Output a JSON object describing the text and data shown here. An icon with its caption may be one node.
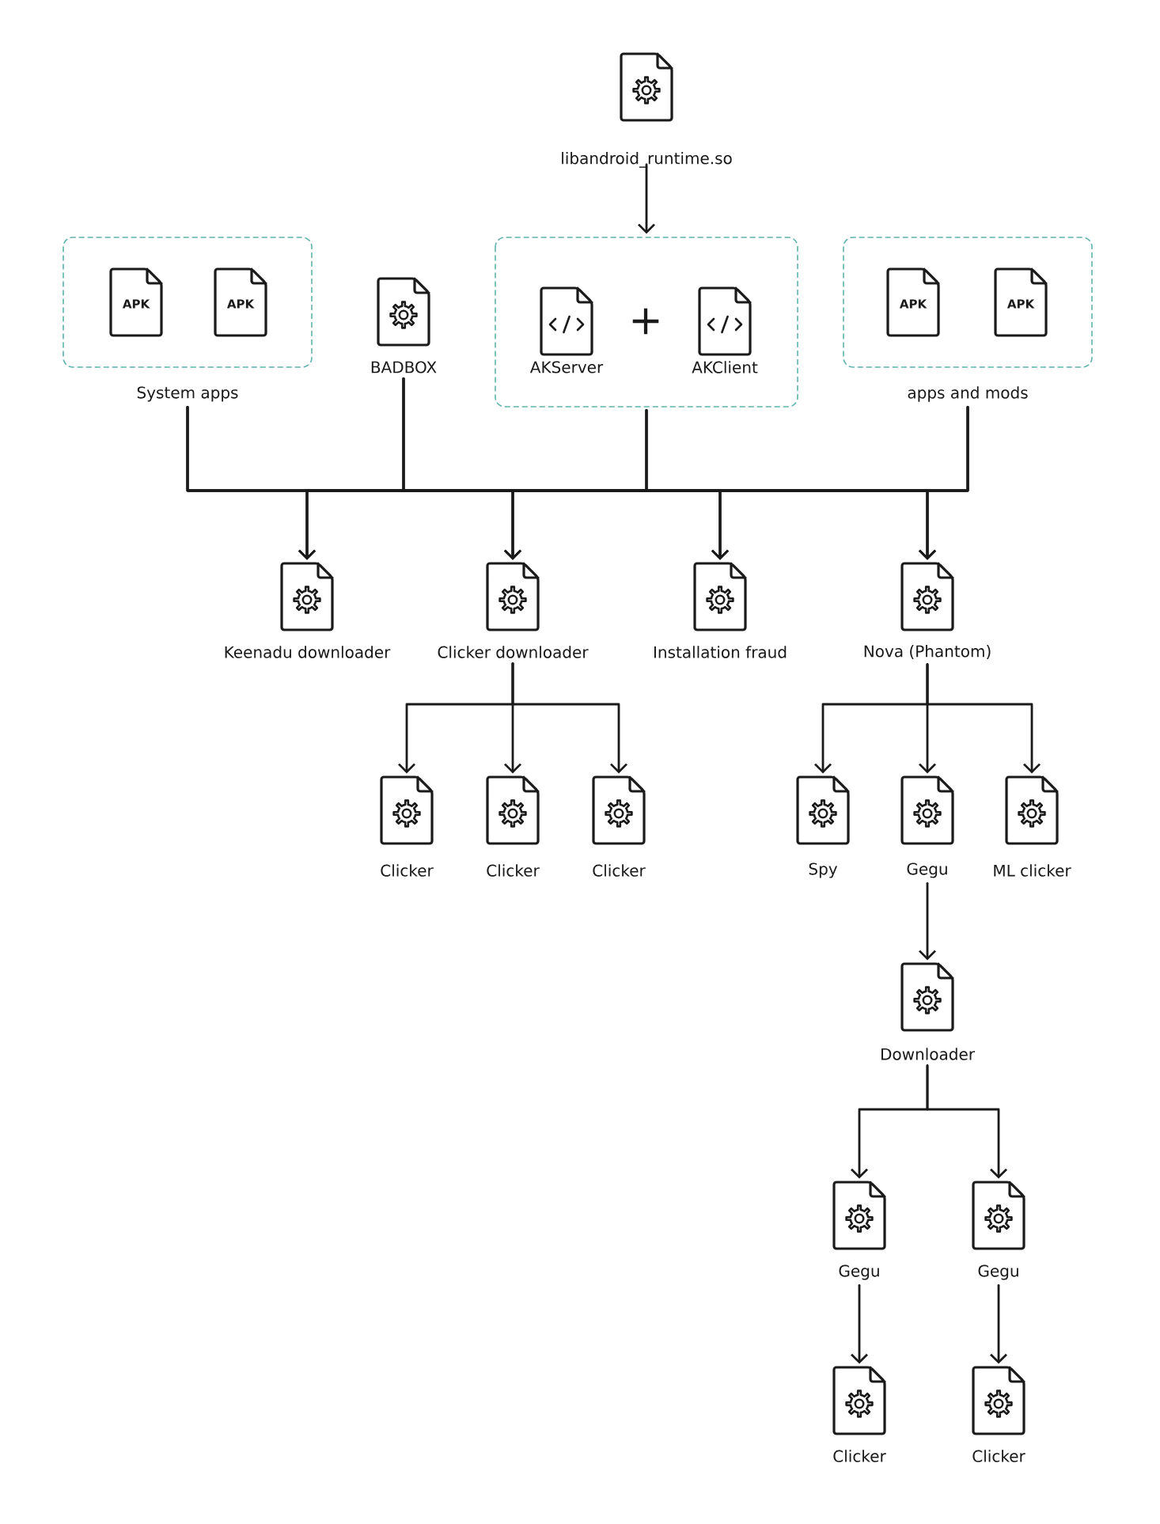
{
  "diagram": {
    "nodes": [
      {
        "text": [
          "libandroid_runtime.so"
        ]
      },
      {
        "text": [
          "System apps"
        ]
      },
      {
        "text": [
          "APK"
        ],
        "in": 1
      },
      {
        "text": [
          "APK"
        ],
        "in": 1
      },
      {
        "text": [
          "BADBOX"
        ]
      },
      {
        "text": [],
        "shape": "box"
      },
      {
        "text": [
          "AKServer"
        ],
        "in": 5
      },
      {
        "text": [
          "AKClient"
        ],
        "in": 5
      },
      {
        "text": [
          "apps and mods"
        ]
      },
      {
        "text": [
          "APK"
        ],
        "in": 8
      },
      {
        "text": [
          "APK"
        ],
        "in": 8
      },
      {
        "text": [
          "Keenadu downloader"
        ]
      },
      {
        "text": [
          "Clicker downloader"
        ]
      },
      {
        "text": [
          "Installation fraud"
        ]
      },
      {
        "text": [
          "Nova (Phantom)"
        ]
      },
      {
        "text": [
          "Clicker"
        ]
      },
      {
        "text": [
          "Clicker"
        ]
      },
      {
        "text": [
          "Clicker"
        ]
      },
      {
        "text": [
          "Spy"
        ]
      },
      {
        "text": [
          "Gegu"
        ]
      },
      {
        "text": [
          "ML clicker"
        ]
      },
      {
        "text": [
          "Downloader"
        ]
      },
      {
        "text": [
          "Gegu"
        ]
      },
      {
        "text": [
          "Gegu"
        ]
      },
      {
        "text": [
          "Clicker"
        ]
      },
      {
        "text": [
          "Clicker"
        ]
      }
    ],
    "edges": [
      {
        "from": 0,
        "to": 5,
        "arrow": "to"
      },
      {
        "from": 1,
        "to": 11,
        "arrow": "to"
      },
      {
        "from": 1,
        "to": 12,
        "arrow": "to"
      },
      {
        "from": 1,
        "to": 13,
        "arrow": "to"
      },
      {
        "from": 1,
        "to": 14,
        "arrow": "to"
      },
      {
        "from": 4,
        "to": 11,
        "arrow": "to"
      },
      {
        "from": 4,
        "to": 12,
        "arrow": "to"
      },
      {
        "from": 4,
        "to": 13,
        "arrow": "to"
      },
      {
        "from": 4,
        "to": 14,
        "arrow": "to"
      },
      {
        "from": 5,
        "to": 11,
        "arrow": "to"
      },
      {
        "from": 5,
        "to": 12,
        "arrow": "to"
      },
      {
        "from": 5,
        "to": 13,
        "arrow": "to"
      },
      {
        "from": 5,
        "to": 14,
        "arrow": "to"
      },
      {
        "from": 8,
        "to": 11,
        "arrow": "to"
      },
      {
        "from": 8,
        "to": 12,
        "arrow": "to"
      },
      {
        "from": 8,
        "to": 13,
        "arrow": "to"
      },
      {
        "from": 8,
        "to": 14,
        "arrow": "to"
      },
      {
        "from": 12,
        "to": 15,
        "arrow": "to"
      },
      {
        "from": 12,
        "to": 16,
        "arrow": "to"
      },
      {
        "from": 12,
        "to": 17,
        "arrow": "to"
      },
      {
        "from": 14,
        "to": 18,
        "arrow": "to"
      },
      {
        "from": 14,
        "to": 19,
        "arrow": "to"
      },
      {
        "from": 14,
        "to": 20,
        "arrow": "to"
      },
      {
        "from": 19,
        "to": 21,
        "arrow": "to"
      },
      {
        "from": 21,
        "to": 22,
        "arrow": "to"
      },
      {
        "from": 21,
        "to": 23,
        "arrow": "to"
      },
      {
        "from": 22,
        "to": 24,
        "arrow": "to"
      },
      {
        "from": 23,
        "to": 25,
        "arrow": "to"
      }
    ],
    "labels": [
      "+"
    ]
  }
}
